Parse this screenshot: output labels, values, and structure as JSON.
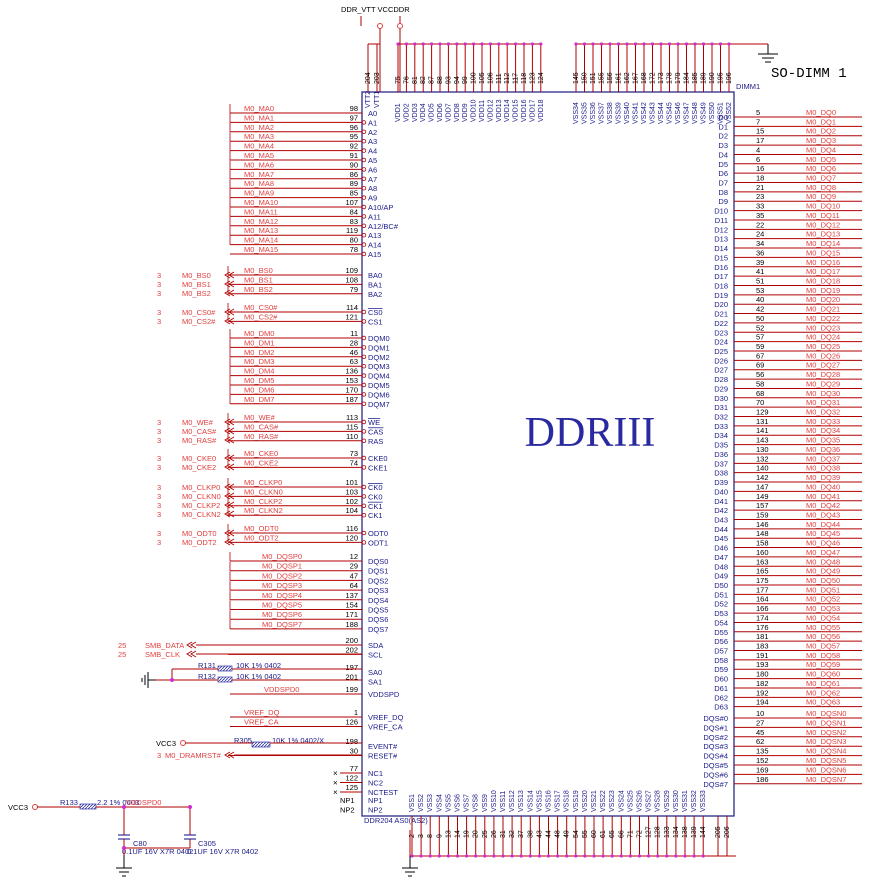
{
  "schematic": {
    "title": "SO-DIMM 1",
    "chip_label": "DDRIII",
    "ref": "DIMM1",
    "package": "DDR204 AS0(AS2)",
    "top_power": "DDR_VTT VCCDDR",
    "colors": {
      "wire": "#b00000",
      "text_red": "#e04040",
      "body": "#2a2a8a",
      "dark": "#000000",
      "label_blue": "#1a1a8a"
    }
  },
  "top": {
    "vtt_pins": {
      "numbers": [
        "204",
        "203"
      ],
      "names": [
        "VTT2",
        "VTT1"
      ]
    },
    "vdd_numbers": [
      "75",
      "76",
      "81",
      "82",
      "87",
      "88",
      "93",
      "94",
      "99",
      "100",
      "105",
      "106",
      "111",
      "112",
      "117",
      "118",
      "123",
      "124"
    ],
    "vdd_names": [
      "VDD1",
      "VDD2",
      "VDD3",
      "VDD4",
      "VDD5",
      "VDD6",
      "VDD7",
      "VDD8",
      "VDD9",
      "VDD10",
      "VDD11",
      "VDD12",
      "VDD13",
      "VDD14",
      "VDD15",
      "VDD16",
      "VDD17",
      "VDD18"
    ],
    "vss_numbers": [
      "145",
      "150",
      "151",
      "155",
      "156",
      "161",
      "162",
      "167",
      "168",
      "172",
      "173",
      "178",
      "179",
      "184",
      "185",
      "189",
      "190",
      "195",
      "196"
    ],
    "vss_names": [
      "VSS34",
      "VSS35",
      "VSS36",
      "VSS37",
      "VSS38",
      "VSS39",
      "VSS40",
      "VSS41",
      "VSS42",
      "VSS43",
      "VSS44",
      "VSS45",
      "VSS46",
      "VSS47",
      "VSS48",
      "VSS49",
      "VSS50",
      "VSS51",
      "VSS52"
    ]
  },
  "bottom": {
    "vss_names": [
      "VSS1",
      "VSS2",
      "VSS3",
      "VSS4",
      "VSS5",
      "VSS6",
      "VSS7",
      "VSS8",
      "VSS9",
      "VSS10",
      "VSS11",
      "VSS12",
      "VSS13",
      "VSS14",
      "VSS15",
      "VSS16",
      "VSS17",
      "VSS18",
      "VSS19",
      "VSS20",
      "VSS21",
      "VSS22",
      "VSS23",
      "VSS24",
      "VSS25",
      "VSS26",
      "VSS27",
      "VSS28",
      "VSS29",
      "VSS30",
      "VSS31",
      "VSS32",
      "VSS33"
    ],
    "vss_numbers": [
      "2",
      "3",
      "8",
      "9",
      "13",
      "14",
      "19",
      "20",
      "25",
      "26",
      "31",
      "32",
      "37",
      "38",
      "43",
      "44",
      "48",
      "49",
      "54",
      "55",
      "60",
      "61",
      "65",
      "66",
      "71",
      "72",
      "127",
      "128",
      "133",
      "134",
      "138",
      "139",
      "144"
    ],
    "extra_numbers": [
      "205",
      "206"
    ]
  },
  "left_pins": [
    {
      "name": "A0",
      "num": "98",
      "net": "M0_MA0"
    },
    {
      "name": "A1",
      "num": "97",
      "net": "M0_MA1"
    },
    {
      "name": "A2",
      "num": "96",
      "net": "M0_MA2"
    },
    {
      "name": "A3",
      "num": "95",
      "net": "M0_MA3"
    },
    {
      "name": "A4",
      "num": "92",
      "net": "M0_MA4"
    },
    {
      "name": "A5",
      "num": "91",
      "net": "M0_MA5"
    },
    {
      "name": "A6",
      "num": "90",
      "net": "M0_MA6"
    },
    {
      "name": "A7",
      "num": "86",
      "net": "M0_MA7"
    },
    {
      "name": "A8",
      "num": "89",
      "net": "M0_MA8"
    },
    {
      "name": "A9",
      "num": "85",
      "net": "M0_MA9"
    },
    {
      "name": "A10/AP",
      "num": "107",
      "net": "M0_MA10"
    },
    {
      "name": "A11",
      "num": "84",
      "net": "M0_MA11"
    },
    {
      "name": "A12/BC#",
      "num": "83",
      "net": "M0_MA12"
    },
    {
      "name": "A13",
      "num": "119",
      "net": "M0_MA13"
    },
    {
      "name": "A14",
      "num": "80",
      "net": "M0_MA14"
    },
    {
      "name": "A15",
      "num": "78",
      "net": "M0_MA15"
    },
    {
      "name": "BA0",
      "num": "109",
      "net": "M0_BS0"
    },
    {
      "name": "BA1",
      "num": "108",
      "net": "M0_BS1"
    },
    {
      "name": "BA2",
      "num": "79",
      "net": "M0_BS2"
    },
    {
      "name": "CS0",
      "num": "114",
      "net": "M0_CS0#"
    },
    {
      "name": "CS1",
      "num": "121",
      "net": "M0_CS2#"
    },
    {
      "name": "DQM0",
      "num": "11",
      "net": "M0_DM0"
    },
    {
      "name": "DQM1",
      "num": "28",
      "net": "M0_DM1"
    },
    {
      "name": "DQM2",
      "num": "46",
      "net": "M0_DM2"
    },
    {
      "name": "DQM3",
      "num": "63",
      "net": "M0_DM3"
    },
    {
      "name": "DQM4",
      "num": "136",
      "net": "M0_DM4"
    },
    {
      "name": "DQM5",
      "num": "153",
      "net": "M0_DM5"
    },
    {
      "name": "DQM6",
      "num": "170",
      "net": "M0_DM6"
    },
    {
      "name": "DQM7",
      "num": "187",
      "net": "M0_DM7"
    },
    {
      "name": "WE",
      "num": "113",
      "net": "M0_WE#"
    },
    {
      "name": "CAS",
      "num": "115",
      "net": "M0_CAS#"
    },
    {
      "name": "RAS",
      "num": "110",
      "net": "M0_RAS#"
    },
    {
      "name": "CKE0",
      "num": "73",
      "net": "M0_CKE0"
    },
    {
      "name": "CKE1",
      "num": "74",
      "net": "M0_CKE2"
    },
    {
      "name": "CK0",
      "num": "101",
      "net": "M0_CLKP0"
    },
    {
      "name": "CK0",
      "num": "103",
      "net": "M0_CLKN0"
    },
    {
      "name": "CK1",
      "num": "102",
      "net": "M0_CLKP2"
    },
    {
      "name": "CK1",
      "num": "104",
      "net": "M0_CLKN2"
    },
    {
      "name": "ODT0",
      "num": "116",
      "net": "M0_ODT0"
    },
    {
      "name": "ODT1",
      "num": "120",
      "net": "M0_ODT2"
    },
    {
      "name": "DQS0",
      "num": "12",
      "net": "M0_DQSP0"
    },
    {
      "name": "DQS1",
      "num": "29",
      "net": "M0_DQSP1"
    },
    {
      "name": "DQS2",
      "num": "47",
      "net": "M0_DQSP2"
    },
    {
      "name": "DQS3",
      "num": "64",
      "net": "M0_DQSP3"
    },
    {
      "name": "DQS4",
      "num": "137",
      "net": "M0_DQSP4"
    },
    {
      "name": "DQS5",
      "num": "154",
      "net": "M0_DQSP5"
    },
    {
      "name": "DQS6",
      "num": "171",
      "net": "M0_DQSP6"
    },
    {
      "name": "DQS7",
      "num": "188",
      "net": "M0_DQSP7"
    },
    {
      "name": "SDA",
      "num": "200",
      "net": ""
    },
    {
      "name": "SCL",
      "num": "202",
      "net": ""
    },
    {
      "name": "SA0",
      "num": "197",
      "net": ""
    },
    {
      "name": "SA1",
      "num": "201",
      "net": ""
    },
    {
      "name": "VDDSPD",
      "num": "199",
      "net": "VDDSPD0"
    },
    {
      "name": "VREF_DQ",
      "num": "1",
      "net": "VREF_DQ"
    },
    {
      "name": "VREF_CA",
      "num": "126",
      "net": "VREF_CA"
    },
    {
      "name": "EVENT#",
      "num": "198",
      "net": ""
    },
    {
      "name": "RESET#",
      "num": "30",
      "net": ""
    },
    {
      "name": "NC1",
      "num": "77",
      "net": ""
    },
    {
      "name": "NC2",
      "num": "122",
      "net": ""
    },
    {
      "name": "NCTEST",
      "num": "125",
      "net": ""
    },
    {
      "name": "NP1",
      "num": "",
      "net": ""
    },
    {
      "name": "NP2",
      "num": "",
      "net": ""
    }
  ],
  "ports": [
    {
      "num": "3",
      "label": "M0_BS0"
    },
    {
      "num": "3",
      "label": "M0_BS1"
    },
    {
      "num": "3",
      "label": "M0_BS2"
    },
    {
      "num": "3",
      "label": "M0_CS0#"
    },
    {
      "num": "3",
      "label": "M0_CS2#"
    },
    {
      "num": "3",
      "label": "M0_WE#"
    },
    {
      "num": "3",
      "label": "M0_CAS#"
    },
    {
      "num": "3",
      "label": "M0_RAS#"
    },
    {
      "num": "3",
      "label": "M0_CKE0"
    },
    {
      "num": "3",
      "label": "M0_CKE2"
    },
    {
      "num": "3",
      "label": "M0_CLKP0"
    },
    {
      "num": "3",
      "label": "M0_CLKN0"
    },
    {
      "num": "3",
      "label": "M0_CLKP2"
    },
    {
      "num": "3",
      "label": "M0_CLKN2"
    },
    {
      "num": "3",
      "label": "M0_ODT0"
    },
    {
      "num": "3",
      "label": "M0_ODT2"
    },
    {
      "num": "25",
      "label": "SMB_DATA"
    },
    {
      "num": "25",
      "label": "SMB_CLK"
    },
    {
      "num": "3",
      "label": "M0_DRAMRST#"
    }
  ],
  "right_pins": [
    {
      "name": "D0",
      "num": "5",
      "net": "M0_DQ0"
    },
    {
      "name": "D1",
      "num": "7",
      "net": "M0_DQ1"
    },
    {
      "name": "D2",
      "num": "15",
      "net": "M0_DQ2"
    },
    {
      "name": "D3",
      "num": "17",
      "net": "M0_DQ3"
    },
    {
      "name": "D4",
      "num": "4",
      "net": "M0_DQ4"
    },
    {
      "name": "D5",
      "num": "6",
      "net": "M0_DQ5"
    },
    {
      "name": "D6",
      "num": "16",
      "net": "M0_DQ6"
    },
    {
      "name": "D7",
      "num": "18",
      "net": "M0_DQ7"
    },
    {
      "name": "D8",
      "num": "21",
      "net": "M0_DQ8"
    },
    {
      "name": "D9",
      "num": "23",
      "net": "M0_DQ9"
    },
    {
      "name": "D10",
      "num": "33",
      "net": "M0_DQ10"
    },
    {
      "name": "D11",
      "num": "35",
      "net": "M0_DQ11"
    },
    {
      "name": "D12",
      "num": "22",
      "net": "M0_DQ12"
    },
    {
      "name": "D13",
      "num": "24",
      "net": "M0_DQ13"
    },
    {
      "name": "D14",
      "num": "34",
      "net": "M0_DQ14"
    },
    {
      "name": "D15",
      "num": "36",
      "net": "M0_DQ15"
    },
    {
      "name": "D16",
      "num": "39",
      "net": "M0_DQ16"
    },
    {
      "name": "D17",
      "num": "41",
      "net": "M0_DQ17"
    },
    {
      "name": "D18",
      "num": "51",
      "net": "M0_DQ18"
    },
    {
      "name": "D19",
      "num": "53",
      "net": "M0_DQ19"
    },
    {
      "name": "D20",
      "num": "40",
      "net": "M0_DQ20"
    },
    {
      "name": "D21",
      "num": "42",
      "net": "M0_DQ21"
    },
    {
      "name": "D22",
      "num": "50",
      "net": "M0_DQ22"
    },
    {
      "name": "D23",
      "num": "52",
      "net": "M0_DQ23"
    },
    {
      "name": "D24",
      "num": "57",
      "net": "M0_DQ24"
    },
    {
      "name": "D25",
      "num": "59",
      "net": "M0_DQ25"
    },
    {
      "name": "D26",
      "num": "67",
      "net": "M0_DQ26"
    },
    {
      "name": "D27",
      "num": "69",
      "net": "M0_DQ27"
    },
    {
      "name": "D28",
      "num": "56",
      "net": "M0_DQ28"
    },
    {
      "name": "D29",
      "num": "58",
      "net": "M0_DQ29"
    },
    {
      "name": "D30",
      "num": "68",
      "net": "M0_DQ30"
    },
    {
      "name": "D31",
      "num": "70",
      "net": "M0_DQ31"
    },
    {
      "name": "D32",
      "num": "129",
      "net": "M0_DQ32"
    },
    {
      "name": "D33",
      "num": "131",
      "net": "M0_DQ33"
    },
    {
      "name": "D34",
      "num": "141",
      "net": "M0_DQ34"
    },
    {
      "name": "D35",
      "num": "143",
      "net": "M0_DQ35"
    },
    {
      "name": "D36",
      "num": "130",
      "net": "M0_DQ36"
    },
    {
      "name": "D37",
      "num": "132",
      "net": "M0_DQ37"
    },
    {
      "name": "D38",
      "num": "140",
      "net": "M0_DQ38"
    },
    {
      "name": "D39",
      "num": "142",
      "net": "M0_DQ39"
    },
    {
      "name": "D40",
      "num": "147",
      "net": "M0_DQ40"
    },
    {
      "name": "D41",
      "num": "149",
      "net": "M0_DQ41"
    },
    {
      "name": "D42",
      "num": "157",
      "net": "M0_DQ42"
    },
    {
      "name": "D43",
      "num": "159",
      "net": "M0_DQ43"
    },
    {
      "name": "D44",
      "num": "146",
      "net": "M0_DQ44"
    },
    {
      "name": "D45",
      "num": "148",
      "net": "M0_DQ45"
    },
    {
      "name": "D46",
      "num": "158",
      "net": "M0_DQ46"
    },
    {
      "name": "D47",
      "num": "160",
      "net": "M0_DQ47"
    },
    {
      "name": "D48",
      "num": "163",
      "net": "M0_DQ48"
    },
    {
      "name": "D49",
      "num": "165",
      "net": "M0_DQ49"
    },
    {
      "name": "D50",
      "num": "175",
      "net": "M0_DQ50"
    },
    {
      "name": "D51",
      "num": "177",
      "net": "M0_DQ51"
    },
    {
      "name": "D52",
      "num": "164",
      "net": "M0_DQ52"
    },
    {
      "name": "D53",
      "num": "166",
      "net": "M0_DQ53"
    },
    {
      "name": "D54",
      "num": "174",
      "net": "M0_DQ54"
    },
    {
      "name": "D55",
      "num": "176",
      "net": "M0_DQ55"
    },
    {
      "name": "D56",
      "num": "181",
      "net": "M0_DQ56"
    },
    {
      "name": "D57",
      "num": "183",
      "net": "M0_DQ57"
    },
    {
      "name": "D58",
      "num": "191",
      "net": "M0_DQ58"
    },
    {
      "name": "D59",
      "num": "193",
      "net": "M0_DQ59"
    },
    {
      "name": "D60",
      "num": "180",
      "net": "M0_DQ60"
    },
    {
      "name": "D61",
      "num": "182",
      "net": "M0_DQ61"
    },
    {
      "name": "D62",
      "num": "192",
      "net": "M0_DQ62"
    },
    {
      "name": "D63",
      "num": "194",
      "net": "M0_DQ63"
    },
    {
      "name": "DQS#0",
      "num": "10",
      "net": "M0_DQSN0"
    },
    {
      "name": "DQS#1",
      "num": "27",
      "net": "M0_DQSN1"
    },
    {
      "name": "DQS#2",
      "num": "45",
      "net": "M0_DQSN2"
    },
    {
      "name": "DQS#3",
      "num": "62",
      "net": "M0_DQSN3"
    },
    {
      "name": "DQS#4",
      "num": "135",
      "net": "M0_DQSN4"
    },
    {
      "name": "DQS#5",
      "num": "152",
      "net": "M0_DQSN5"
    },
    {
      "name": "DQS#6",
      "num": "169",
      "net": "M0_DQSN6"
    },
    {
      "name": "DQS#7",
      "num": "186",
      "net": "M0_DQSN7"
    }
  ],
  "components": {
    "r131": {
      "ref": "R131",
      "value": "10K 1% 0402"
    },
    "r132": {
      "ref": "R132",
      "value": "10K 1% 0402"
    },
    "r305": {
      "ref": "R305",
      "value": "10K 1% 0402/X"
    },
    "r133": {
      "ref": "R133",
      "value": "2.2 1% 0603",
      "net": "VDDSPD0"
    },
    "c80": {
      "ref": "C80",
      "value": "0.1UF 16V X7R 0402"
    },
    "c305": {
      "ref": "C305",
      "value": "0.1UF 16V X7R 0402"
    },
    "vcc3_a": "VCC3",
    "vcc3_b": "VCC3"
  }
}
